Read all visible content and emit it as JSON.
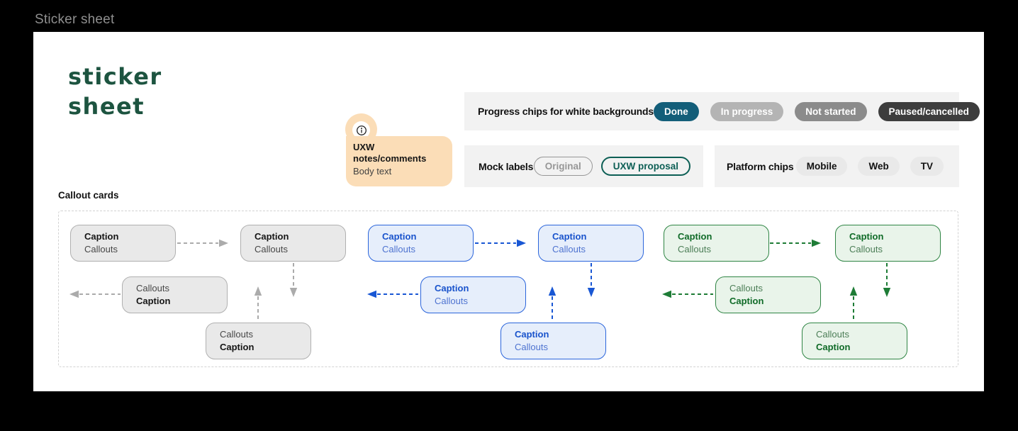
{
  "window": {
    "title": "Sticker sheet"
  },
  "canvas": {
    "heading": {
      "line1": "sticker",
      "line2": "sheet",
      "color": "#1d5440"
    },
    "note": {
      "icon": "info-icon",
      "title_line1": "UXW",
      "title_line2": "notes/comments",
      "body": "Body text",
      "bg_color": "#fbddb7"
    },
    "panels": {
      "progress": {
        "label": "Progress chips for white backgrounds",
        "chips": [
          {
            "label": "Done",
            "bg": "#135e79",
            "fg": "#ffffff"
          },
          {
            "label": "In progress",
            "bg": "#b4b4b4",
            "fg": "#ffffff"
          },
          {
            "label": "Not started",
            "bg": "#8b8b8b",
            "fg": "#ffffff"
          },
          {
            "label": "Paused/cancelled",
            "bg": "#3d3d3d",
            "fg": "#ffffff"
          }
        ]
      },
      "mock": {
        "label": "Mock labels",
        "chips": [
          {
            "label": "Original",
            "color": "#979797"
          },
          {
            "label": "UXW proposal",
            "color": "#0d5f55"
          }
        ]
      },
      "platform": {
        "label": "Platform chips",
        "chips": [
          {
            "label": "Mobile"
          },
          {
            "label": "Web"
          },
          {
            "label": "TV"
          }
        ]
      }
    },
    "callouts": {
      "label": "Callout cards",
      "groups": [
        {
          "name": "gray",
          "theme": {
            "bg": "#e9e9e9",
            "border": "#b0b0b0",
            "bold_text": "#161616",
            "regular_text": "#474747",
            "arrow": "#ababab"
          },
          "cards": [
            {
              "top": "Caption",
              "bottom": "Callouts"
            },
            {
              "top": "Caption",
              "bottom": "Callouts"
            },
            {
              "top": "Callouts",
              "bottom": "Caption"
            },
            {
              "top": "Callouts",
              "bottom": "Caption"
            }
          ]
        },
        {
          "name": "blue",
          "theme": {
            "bg": "#e6eefb",
            "border": "#2b65db",
            "bold_text": "#1953cc",
            "regular_text": "#4e73d0",
            "arrow": "#1957d4"
          },
          "cards": [
            {
              "top": "Caption",
              "bottom": "Callouts"
            },
            {
              "top": "Caption",
              "bottom": "Callouts"
            },
            {
              "top": "Caption",
              "bottom": "Callouts"
            },
            {
              "top": "Caption",
              "bottom": "Callouts"
            }
          ]
        },
        {
          "name": "green",
          "theme": {
            "bg": "#e9f4ea",
            "border": "#2f8544",
            "bold_text": "#106b28",
            "regular_text": "#4c7e57",
            "arrow": "#1e7c36"
          },
          "cards": [
            {
              "top": "Caption",
              "bottom": "Callouts"
            },
            {
              "top": "Caption",
              "bottom": "Callouts"
            },
            {
              "top": "Callouts",
              "bottom": "Caption"
            },
            {
              "top": "Callouts",
              "bottom": "Caption"
            }
          ]
        }
      ]
    }
  }
}
